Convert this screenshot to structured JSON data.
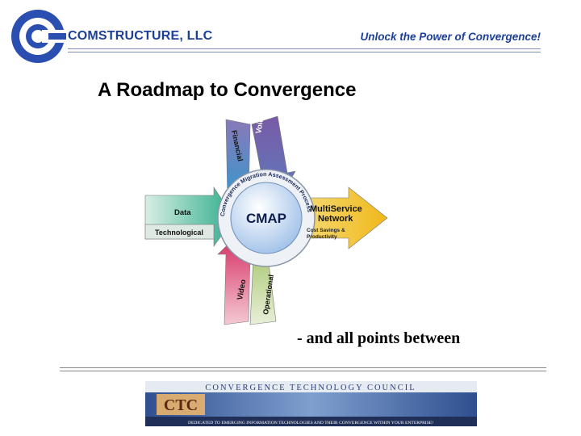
{
  "header": {
    "company_name": "COMSTRUCTURE, LLC",
    "tagline": "Unlock the Power of Convergence!"
  },
  "slide": {
    "title": "A Roadmap to Convergence",
    "caption": "- and all points between"
  },
  "diagram": {
    "center_label": "CMAP",
    "ring_label": "Convergence Migration Assessment Process",
    "inputs": [
      {
        "label": "Financial",
        "color": "#3b8fbf"
      },
      {
        "label": "Voice",
        "color": "#7a5aa6"
      },
      {
        "label": "Data",
        "color": "#4fb38f"
      },
      {
        "label": "Technological",
        "color": "#5ca67c"
      },
      {
        "label": "Video",
        "color": "#c8335f"
      },
      {
        "label": "Operational",
        "color": "#8db45a"
      }
    ],
    "output": {
      "label": "MultiService Network",
      "line1": "MultiService",
      "line2": "Network",
      "sublabel_line1": "Cost Savings &",
      "sublabel_line2": "Productivity",
      "color": "#f2c230"
    }
  },
  "footer": {
    "banner_title": "CONVERGENCE TECHNOLOGY COUNCIL",
    "banner_logo": "CTC",
    "banner_tagline": "DEDICATED TO EMERGING INFORMATION TECHNOLOGIES AND THEIR CONVERGENCE WITHIN YOUR ENTERPRISE!"
  },
  "colors": {
    "brand_blue": "#1d3f9a",
    "logo_blue": "#2a4fb0"
  }
}
